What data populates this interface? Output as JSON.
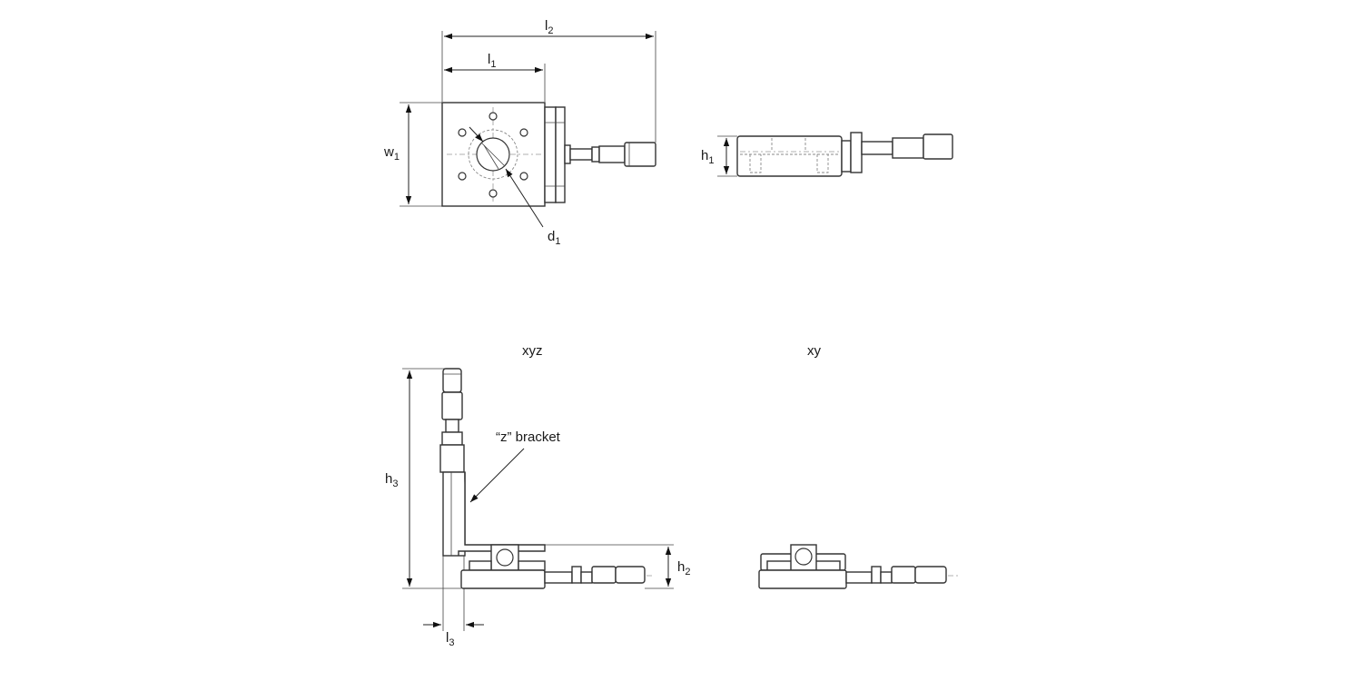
{
  "colors": {
    "line": "#333333",
    "background": "#ffffff"
  },
  "labels": {
    "l2": {
      "main": "l",
      "sub": "2"
    },
    "l1": {
      "main": "l",
      "sub": "1"
    },
    "w1": {
      "main": "w",
      "sub": "1"
    },
    "d1": {
      "main": "d",
      "sub": "1"
    },
    "h1": {
      "main": "h",
      "sub": "1"
    },
    "h3": {
      "main": "h",
      "sub": "3"
    },
    "h2": {
      "main": "h",
      "sub": "2"
    },
    "l3": {
      "main": "l",
      "sub": "3"
    }
  },
  "titles": {
    "xyz": "xyz",
    "xy": "xy"
  },
  "annotations": {
    "z_bracket": "“z” bracket"
  }
}
